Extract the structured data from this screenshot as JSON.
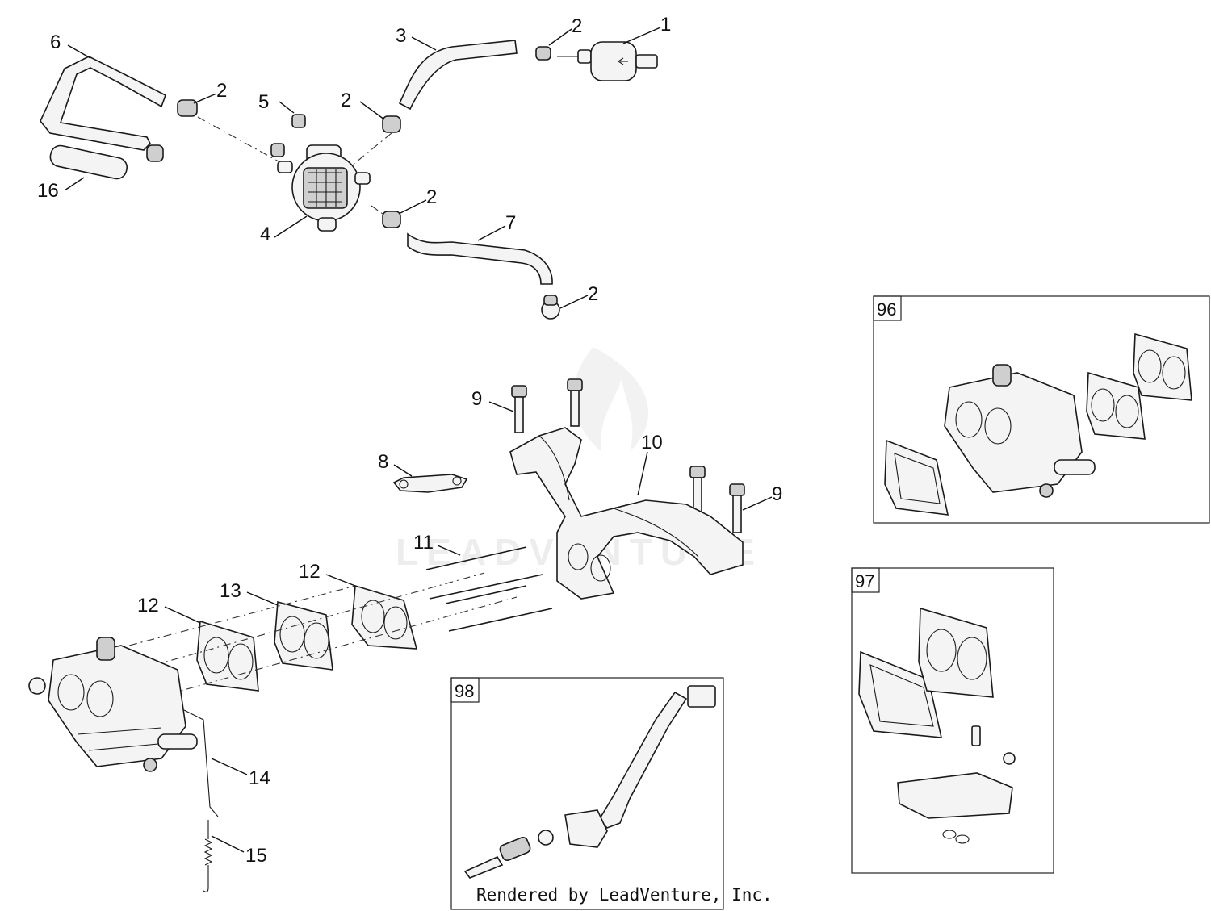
{
  "watermark": "LEADVENTURE",
  "credit": "Rendered by LeadVenture, Inc.",
  "callouts": {
    "c1": "1",
    "c2a": "2",
    "c2b": "2",
    "c2c": "2",
    "c2d": "2",
    "c2e": "2",
    "c3": "3",
    "c4": "4",
    "c5": "5",
    "c6": "6",
    "c7": "7",
    "c8": "8",
    "c9a": "9",
    "c9b": "9",
    "c10": "10",
    "c11": "11",
    "c12a": "12",
    "c12b": "12",
    "c13": "13",
    "c14": "14",
    "c15": "15",
    "c16": "16"
  },
  "kits": {
    "k96": "96",
    "k97": "97",
    "k98": "98"
  }
}
